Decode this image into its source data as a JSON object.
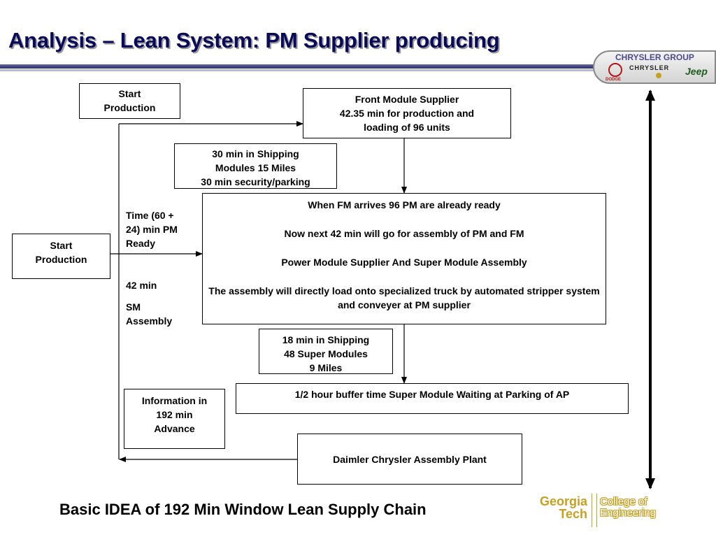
{
  "title": "Analysis – Lean System: PM Supplier producing",
  "logo": {
    "group": "CHRYSLER GROUP",
    "dodge": "DODGE",
    "chrysler": "CHRYSLER",
    "jeep": "Jeep"
  },
  "boxes": {
    "start_production_top": "Start\nProduction",
    "front_module_supplier": "Front Module Supplier\n42.35 min for production and\nloading of 96 units",
    "shipping_modules": "30 min in Shipping\nModules 15 Miles\n30 min security/parking",
    "start_production_left": "Start\nProduction",
    "pm_ready_line1": "When FM arrives 96 PM are already ready",
    "pm_ready_line2": "Now next 42 min will go for assembly of PM and FM",
    "pm_ready_line3": "Power Module Supplier And Super Module Assembly",
    "pm_ready_line4": "The assembly will directly load onto specialized truck by automated stripper system and conveyer at PM supplier",
    "shipping_super_modules": "18 min in Shipping\n48 Super Modules\n9 Miles",
    "buffer_time": "1/2  hour buffer time Super Module Waiting at Parking of AP",
    "information_advance": "Information in\n192 min\nAdvance",
    "assembly_plant": "Daimler Chrysler Assembly Plant"
  },
  "labels": {
    "time_ready": "Time (60 +\n24)  min PM\nReady",
    "min_42": "42 min",
    "sm_assembly": "SM\nAssembly"
  },
  "footer": "Basic IDEA of 192 Min Window Lean Supply Chain",
  "gt_logo": {
    "georgia": "Georgia",
    "tech": "Tech",
    "college": "College of",
    "engineering": "Engineering"
  }
}
